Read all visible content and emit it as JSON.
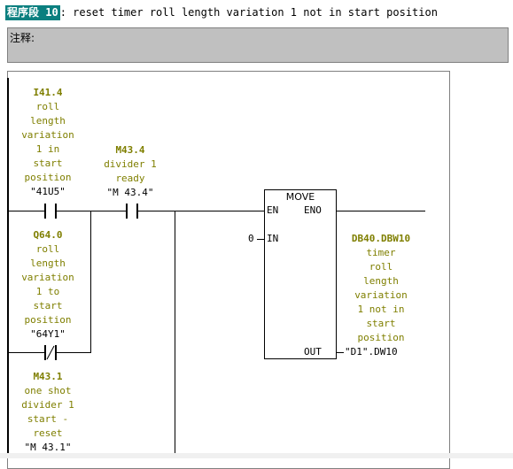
{
  "network": {
    "badge": "程序段 10",
    "title": ": reset timer roll length variation 1 not in start position"
  },
  "comment": {
    "label": "注释:"
  },
  "contacts": [
    {
      "address": "I41.4",
      "comment": "roll\nlength\nvariation\n1 in\nstart\nposition",
      "symbol": "\"41U5\"",
      "type": "NO"
    },
    {
      "address": "M43.4",
      "comment": "divider 1\nready",
      "symbol": "\"M 43.4\"",
      "type": "NO"
    },
    {
      "address": "Q64.0",
      "comment": "roll\nlength\nvariation\n1 to\nstart\nposition",
      "symbol": "\"64Y1\"",
      "type": "NC"
    },
    {
      "address": "M43.1",
      "comment": "one shot\ndivider 1\nstart -\nreset",
      "symbol": "\"M 43.1\"",
      "type": "NO"
    }
  ],
  "move": {
    "title": "MOVE",
    "en": "EN",
    "eno": "ENO",
    "in": "IN",
    "out": "OUT",
    "in_value": "0",
    "out_address": "DB40.DBW10",
    "out_comment": "timer\nroll\nlength\nvariation\n1 not in\nstart\nposition",
    "out_symbol": "\"D1\".DW10"
  }
}
